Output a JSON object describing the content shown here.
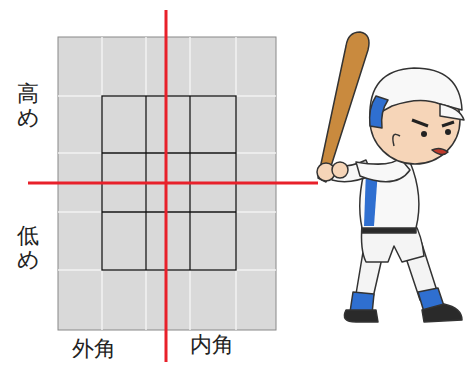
{
  "diagram": {
    "labels": [
      "高め",
      "低め",
      "外角",
      "内角"
    ]
  }
}
